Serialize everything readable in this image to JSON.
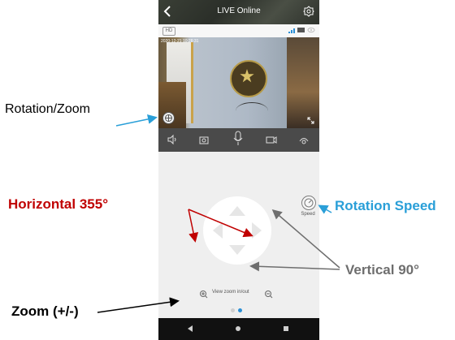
{
  "app": {
    "title": "LIVE Online",
    "hd_badge": "HD",
    "timestamp": "2020-12-21 10:28:31"
  },
  "controls": {
    "items": [
      "speaker-icon",
      "camera-icon",
      "microphone-icon",
      "record-icon",
      "preset-icon"
    ]
  },
  "ptz": {
    "speed_label": "Speed",
    "zoom_label": "View zoom in/out"
  },
  "pager": {
    "active_index": 1,
    "count": 2
  },
  "annotations": {
    "rotation_zoom": "Rotation/Zoom",
    "horizontal": "Horizontal 355°",
    "rotation_speed": "Rotation Speed",
    "vertical": "Vertical 90°",
    "zoom": "Zoom (+/-)"
  },
  "colors": {
    "annotation_blue": "#2a9fd8",
    "annotation_red": "#c00000",
    "annotation_grey": "#6e6e6e",
    "annotation_black": "#000000",
    "accent": "#2b8fd6"
  }
}
